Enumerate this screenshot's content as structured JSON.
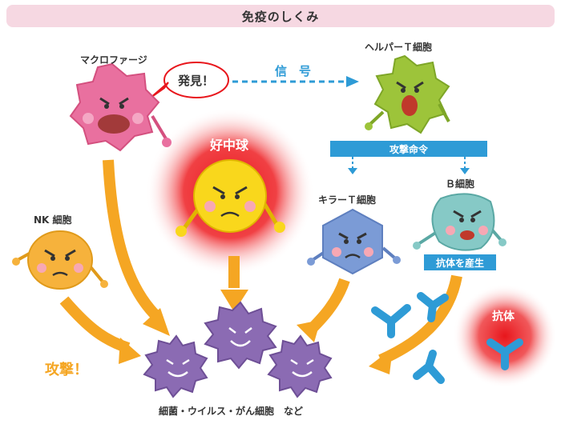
{
  "title": "免疫のしくみ",
  "macrophage": {
    "label": "マクロファージ",
    "speech": "発見！"
  },
  "signal": {
    "label": "信　号"
  },
  "helper_t": {
    "label": "ヘルパーＴ細胞"
  },
  "attack_order": {
    "label": "攻撃命令"
  },
  "neutrophil": {
    "label": "好中球"
  },
  "killer_t": {
    "label": "キラーＴ細胞"
  },
  "b_cell": {
    "label": "Ｂ細胞",
    "produce": "抗体を産生"
  },
  "nk": {
    "label": "NK 細胞"
  },
  "attack": {
    "label": "攻撃！"
  },
  "antibody": {
    "label": "抗体"
  },
  "pathogens": {
    "label": "細菌・ウイルス・がん細胞　など"
  },
  "colors": {
    "orange_arrow": "#f5a623",
    "blue": "#2e9bd6",
    "red_glow": "#e8161c",
    "title_bg": "#f6d8e2"
  }
}
